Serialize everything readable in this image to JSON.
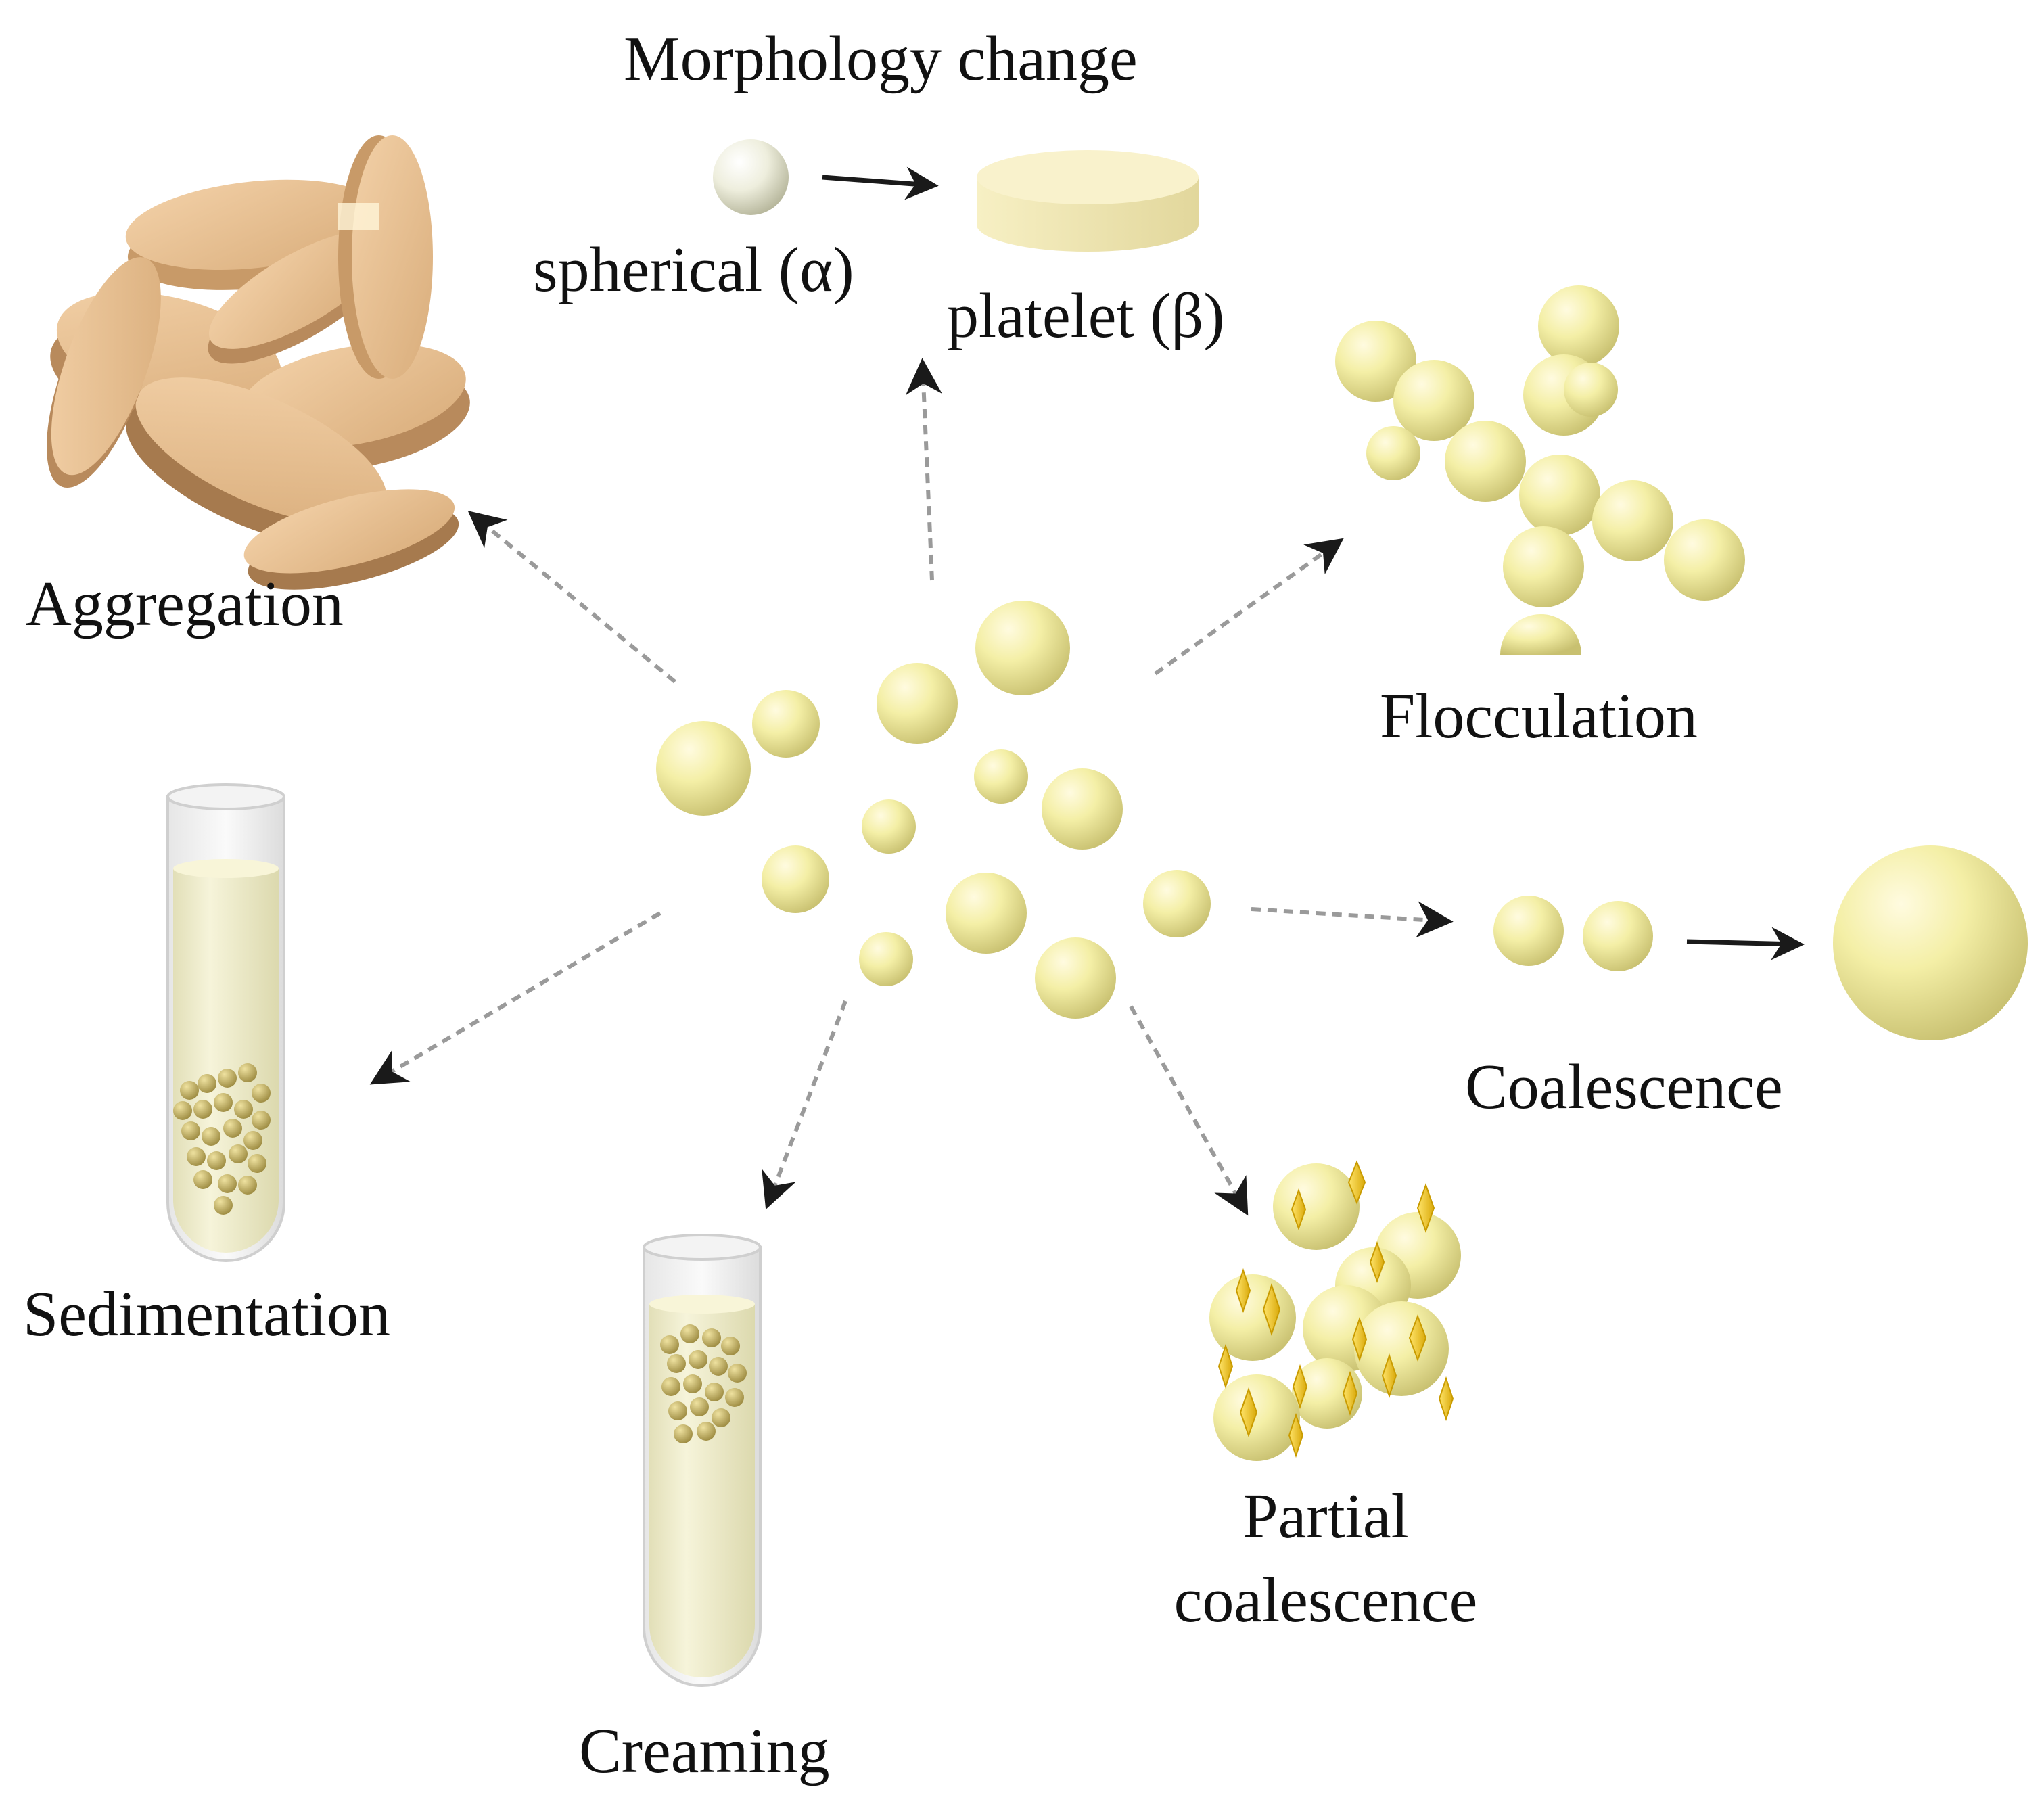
{
  "colors": {
    "droplet": "#f2ec9c",
    "droplet_shadow": "#c9c272",
    "disk": "#e7bf92",
    "disk_dark": "#b98e60",
    "crystal": "#f1c52a",
    "tube_liquid": "#efecc8",
    "sediment": "#c9b66a",
    "arrow_dashed": "#9a9a9a",
    "arrow_solid": "#1a1a1a"
  },
  "labels": {
    "morphology_title": "Morphology change",
    "spherical": "spherical (α)",
    "platelet": "platelet (β)",
    "aggregation": "Aggregation",
    "flocculation": "Flocculation",
    "coalescence": "Coalescence",
    "sedimentation": "Sedimentation",
    "creaming": "Creaming",
    "partial_line1": "Partial",
    "partial_line2": "coalescence"
  }
}
